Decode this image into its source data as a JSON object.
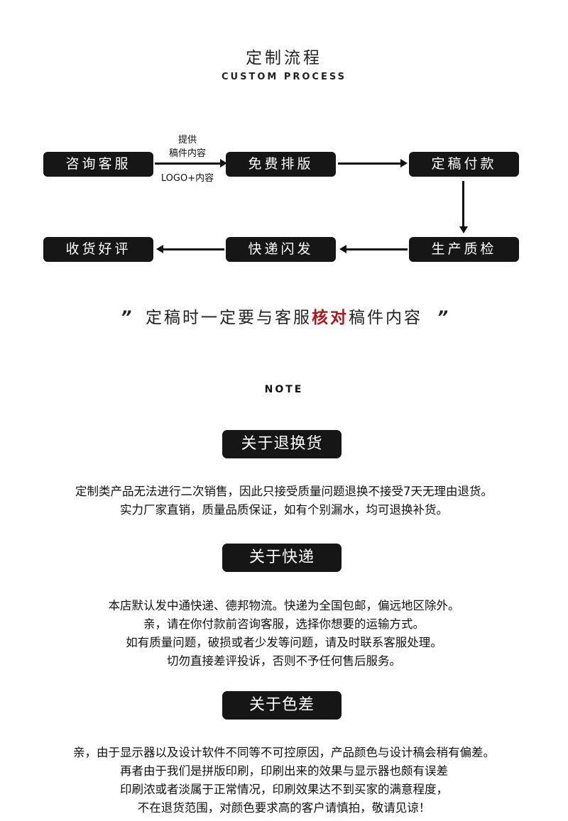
{
  "header": {
    "title_cn": "定制流程",
    "title_en": "CUSTOM PROCESS"
  },
  "flow": {
    "steps": [
      "咨询客服",
      "免费排版",
      "定稿付款",
      "生产质检",
      "快递闪发",
      "收货好评"
    ],
    "arrow_label_top_1": "提供",
    "arrow_label_top_2": "稿件内容",
    "arrow_label_bottom": "LOGO+内容"
  },
  "tip": {
    "open_quote": "”",
    "text_before": "定稿时一定要与客服",
    "highlight": "核对",
    "text_after": "稿件内容",
    "close_quote": "”"
  },
  "note": {
    "heading": "NOTE",
    "sections": [
      {
        "title": "关于退换货",
        "lines": [
          "定制类产品无法进行二次销售，因此只接受质量问题退换不接受7天无理由退货。",
          "实力厂家直销，质量品质保证，如有个别漏水，均可退换补货。"
        ]
      },
      {
        "title": "关于快递",
        "lines": [
          "本店默认发中通快递、德邦物流。快递为全国包邮，偏远地区除外。",
          "亲，请在你付款前咨询客服，选择你想要的运输方式。",
          "如有质量问题，破损或者少发等问题，请及时联系客服处理。",
          "切勿直接差评投诉，否则不予任何售后服务。"
        ]
      },
      {
        "title": "关于色差",
        "lines": [
          "亲，由于显示器以及设计软件不同等不可控原因，产品颜色与设计稿会稍有偏差。",
          "再者由于我们是拼版印刷，印刷出来的效果与显示器也颇有误差",
          "印刷浓或者淡属于正常情况，印刷效果达不到买家的满意程度，",
          "不在退货范围，对颜色要求高的客户请慎拍，敬请见谅！"
        ]
      }
    ]
  }
}
